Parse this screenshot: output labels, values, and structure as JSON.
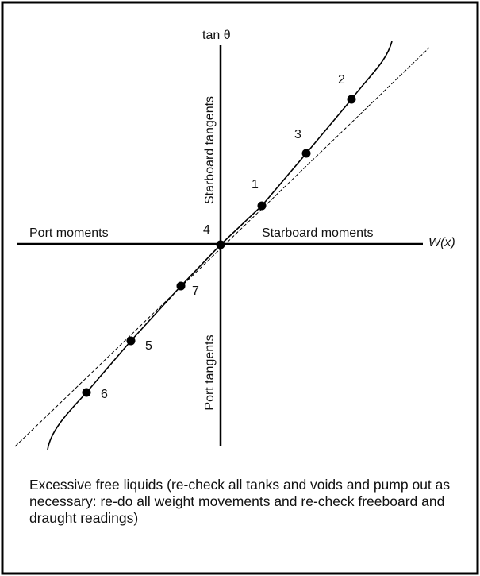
{
  "axes": {
    "y_label": "tan θ",
    "x_label": "W(x)",
    "upper_label": "Starboard tangents",
    "lower_label": "Port tangents",
    "left_label": "Port moments",
    "right_label": "Starboard moments"
  },
  "points": [
    {
      "label": "1"
    },
    {
      "label": "2"
    },
    {
      "label": "3"
    },
    {
      "label": "4"
    },
    {
      "label": "5"
    },
    {
      "label": "6"
    },
    {
      "label": "7"
    }
  ],
  "caption": "Excessive free liquids (re-check all tanks and voids and pump out as necessary: re-do all weight movements and re-check freeboard and draught readings)"
}
